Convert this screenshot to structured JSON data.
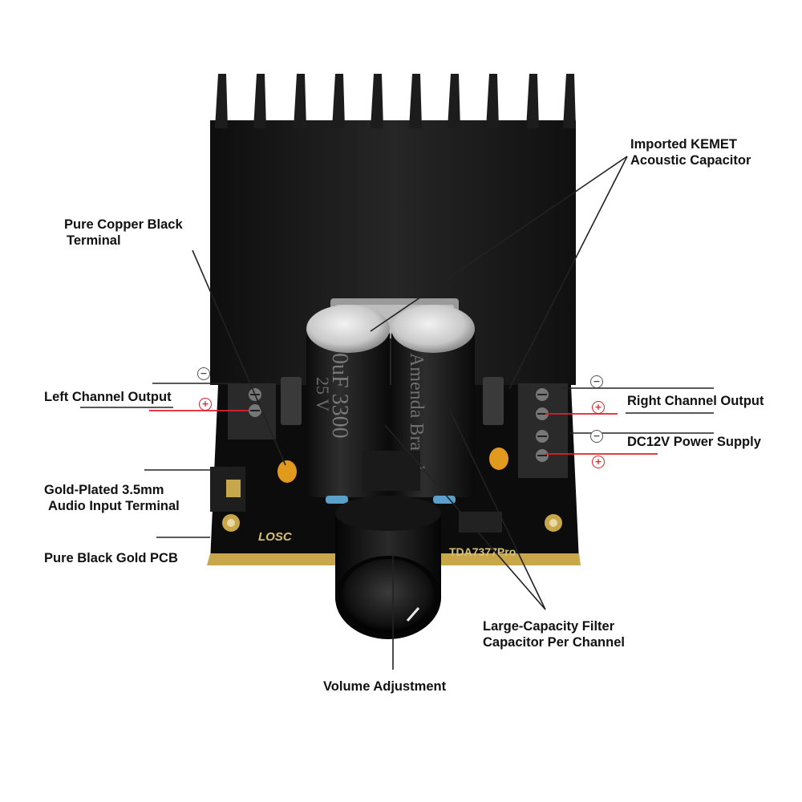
{
  "labels": {
    "kemet_line1": "Imported KEMET",
    "kemet_line2": "Acoustic Capacitor",
    "copper_line1": "Pure Copper Black",
    "copper_line2": "Terminal",
    "left_output": "Left Channel Output",
    "right_output": "Right Channel Output",
    "dc_supply": "DC12V Power Supply",
    "audio_line1": "Gold-Plated 3.5mm",
    "audio_line2": "Audio Input Terminal",
    "pcb": "Pure Black Gold PCB",
    "filter_line1": "Large-Capacity Filter",
    "filter_line2": "Capacitor Per Channel",
    "volume": "Volume Adjustment"
  },
  "board": {
    "model": "TDA7377Pro",
    "logo": "LOSC",
    "cap_left_text": "0uF 3300",
    "cap_left_volt": "25 V",
    "cap_right_text": "Amenda Brand"
  },
  "polarity": {
    "negative": "−",
    "positive": "+"
  },
  "colors": {
    "heatsink": "#1a1a1a",
    "pcb": "#0d0d0d",
    "gold": "#c8a64a",
    "terminal": "#2a2a2a",
    "positive_line": "#e0202a",
    "label_text": "#111111"
  }
}
